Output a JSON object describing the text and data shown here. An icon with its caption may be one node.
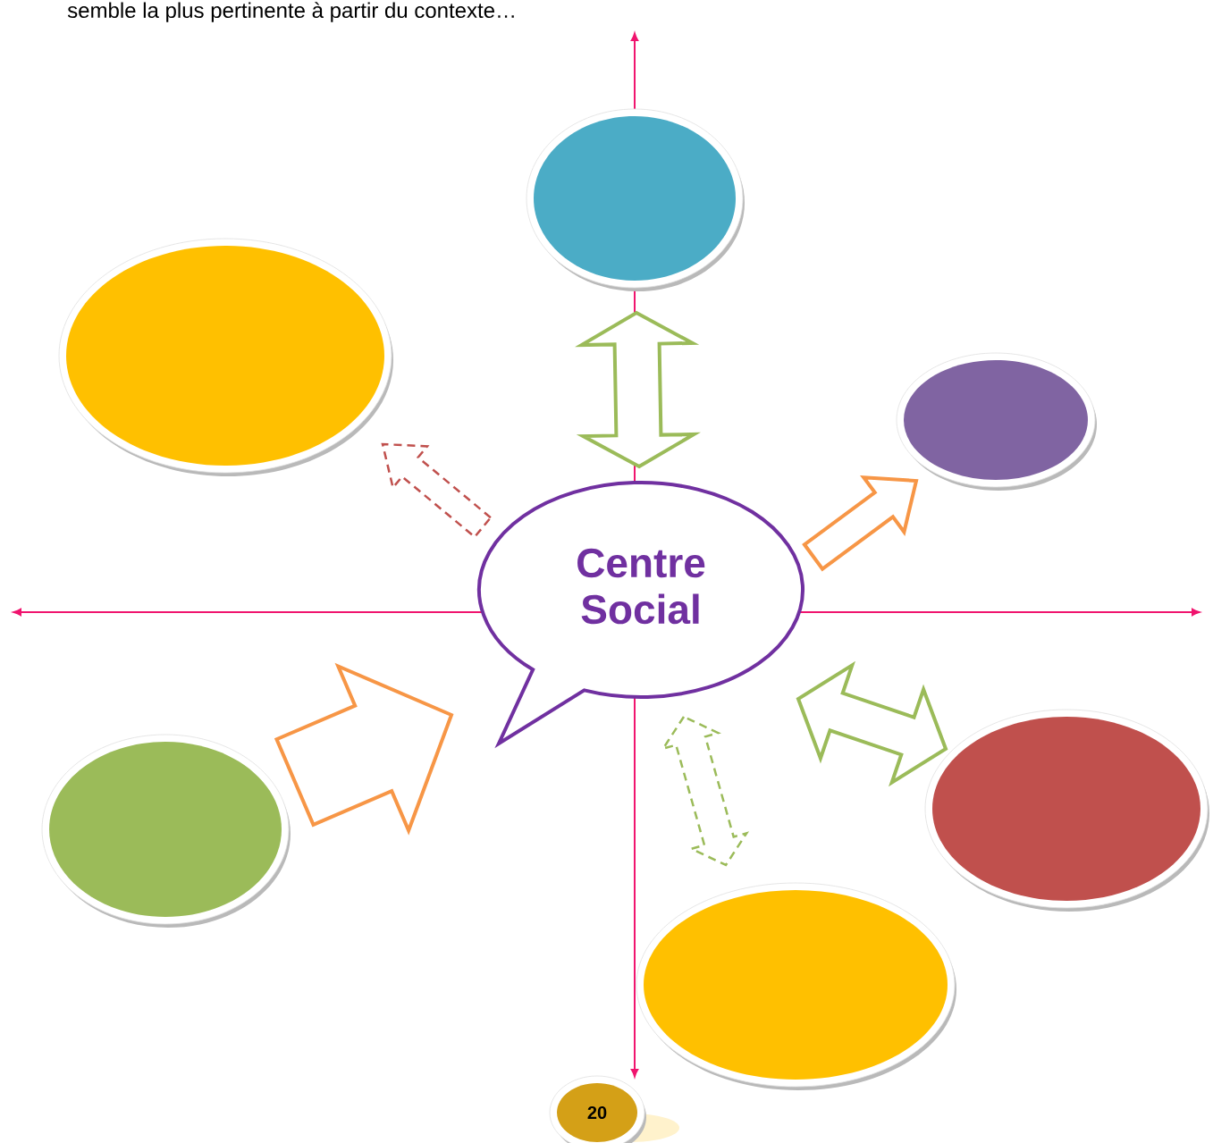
{
  "diagram": {
    "nodes": [
      {
        "text": [
          "Centre Social"
        ]
      },
      {
        "text": [],
        "shape": "ellipse"
      },
      {
        "text": [],
        "shape": "ellipse"
      },
      {
        "text": [],
        "shape": "ellipse"
      },
      {
        "text": [],
        "shape": "ellipse"
      },
      {
        "text": [],
        "shape": "ellipse"
      },
      {
        "text": [],
        "shape": "ellipse"
      },
      {
        "text": [
          "20"
        ]
      }
    ],
    "edges": [
      {
        "from": 0,
        "to": 1,
        "arrow": "both",
        "color": "#9bbb59"
      },
      {
        "from": 0,
        "to": 2,
        "arrow": "to",
        "style": "dashed",
        "color": "#c0504d"
      },
      {
        "from": 0,
        "to": 3,
        "arrow": "to",
        "color": "#f79646"
      },
      {
        "from": 4,
        "to": 0,
        "arrow": "to",
        "color": "#f79646"
      },
      {
        "from": 0,
        "to": 5,
        "arrow": "both",
        "color": "#9bbb59"
      },
      {
        "from": 0,
        "to": 6,
        "arrow": "both",
        "style": "dashed",
        "color": "#9bbb59"
      }
    ],
    "labels": [
      "semble la plus pertinente à partir du contexte…"
    ]
  }
}
